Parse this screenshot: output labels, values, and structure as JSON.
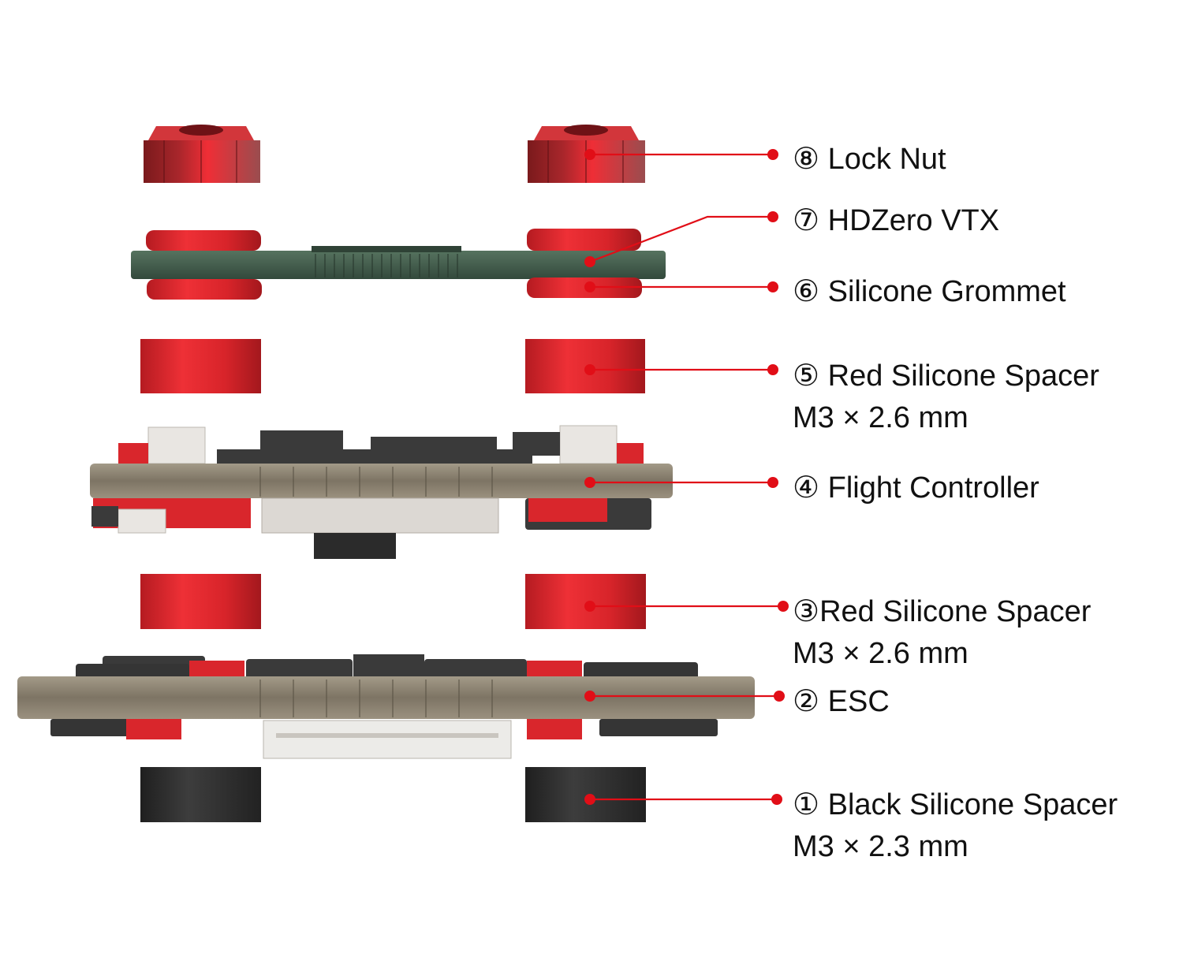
{
  "colors": {
    "leader": "#e10e17",
    "red_part": "#d9262c",
    "red_dark": "#8f1a1e",
    "black_part": "#2b2b2b",
    "board_green": "#3f5a4c",
    "board_brown": "#8a8070",
    "component_black": "#3a3a3a",
    "connector_white": "#e9e6e2"
  },
  "labels": [
    {
      "id": "lock-nut",
      "line1": "⑧ Lock Nut",
      "line2": ""
    },
    {
      "id": "hdzero-vtx",
      "line1": "⑦  HDZero VTX",
      "line2": ""
    },
    {
      "id": "silicone-grommet",
      "line1": "⑥ Silicone Grommet",
      "line2": ""
    },
    {
      "id": "red-spacer-top",
      "line1": "⑤  Red Silicone Spacer",
      "line2": "M3 × 2.6 mm"
    },
    {
      "id": "flight-controller",
      "line1": "④ Flight Controller",
      "line2": ""
    },
    {
      "id": "red-spacer-bottom",
      "line1": "③Red Silicone Spacer",
      "line2": "M3 × 2.6 mm"
    },
    {
      "id": "esc",
      "line1": "②  ESC",
      "line2": ""
    },
    {
      "id": "black-spacer",
      "line1": "① Black Silicone Spacer",
      "line2": "M3 × 2.3 mm"
    }
  ]
}
